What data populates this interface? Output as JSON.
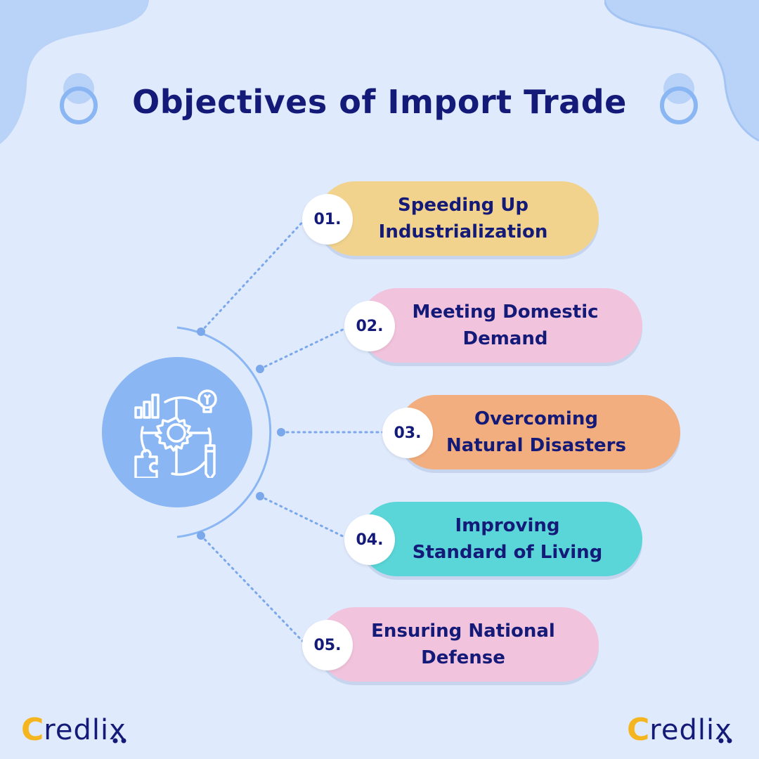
{
  "title": "Objectives of Import Trade",
  "hub": {
    "icon": "strategy-gear-lightbulb-icon"
  },
  "objectives": [
    {
      "number": "01.",
      "lines": [
        "Speeding Up",
        "Industrialization"
      ],
      "color": "#f2d38e"
    },
    {
      "number": "02.",
      "lines": [
        "Meeting Domestic",
        "Demand"
      ],
      "color": "#f2c3dc"
    },
    {
      "number": "03.",
      "lines": [
        "Overcoming",
        "Natural Disasters"
      ],
      "color": "#f2ae7e"
    },
    {
      "number": "04.",
      "lines": [
        "Improving",
        "Standard of Living"
      ],
      "color": "#5ad6d8"
    },
    {
      "number": "05.",
      "lines": [
        "Ensuring National",
        "Defense"
      ],
      "color": "#f2c3dc"
    }
  ],
  "brand": {
    "initial": "C",
    "rest": "redlix"
  },
  "colors": {
    "background": "#dfeafc",
    "title": "#141a78",
    "accent_blue": "#8ab6f4",
    "connector": "#7aa8ea",
    "logo_yellow": "#f4b51e"
  }
}
